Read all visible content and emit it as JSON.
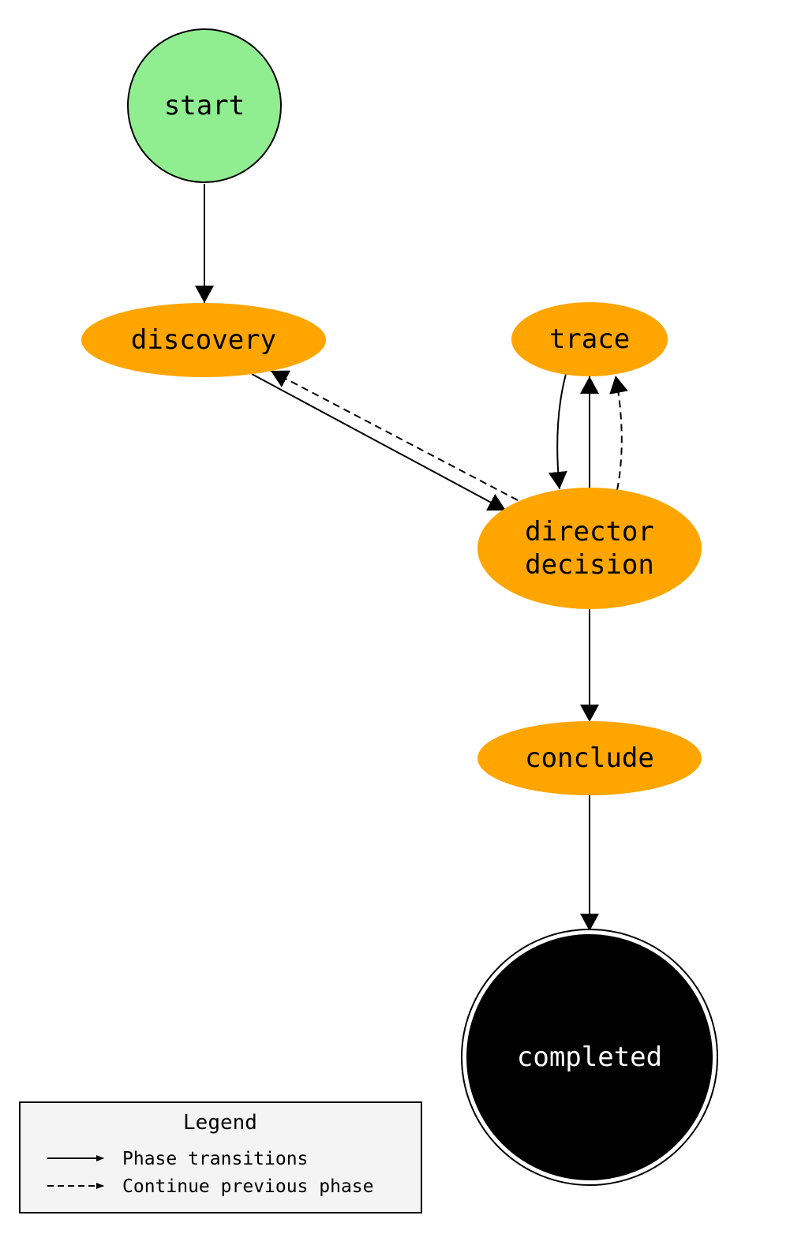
{
  "nodes": {
    "start": {
      "label": "start",
      "fill": "#90ee90"
    },
    "discovery": {
      "label": "discovery",
      "fill": "#ffa500"
    },
    "trace": {
      "label": "trace",
      "fill": "#ffa500"
    },
    "director_decision": {
      "label_line1": "director",
      "label_line2": "decision",
      "fill": "#ffa500"
    },
    "conclude": {
      "label": "conclude",
      "fill": "#ffa500"
    },
    "completed": {
      "label": "completed",
      "fill": "#000000"
    }
  },
  "edges": [
    {
      "from": "start",
      "to": "discovery",
      "style": "solid"
    },
    {
      "from": "discovery",
      "to": "director decision",
      "style": "solid"
    },
    {
      "from": "director decision",
      "to": "discovery",
      "style": "dashed"
    },
    {
      "from": "trace",
      "to": "director decision",
      "style": "solid"
    },
    {
      "from": "director decision",
      "to": "trace",
      "style": "solid"
    },
    {
      "from": "director decision",
      "to": "trace",
      "style": "dashed"
    },
    {
      "from": "director decision",
      "to": "conclude",
      "style": "solid"
    },
    {
      "from": "conclude",
      "to": "completed",
      "style": "solid"
    }
  ],
  "legend": {
    "title": "Legend",
    "items": [
      {
        "label": "Phase transitions",
        "style": "solid"
      },
      {
        "label": "Continue previous phase",
        "style": "dashed"
      }
    ]
  }
}
